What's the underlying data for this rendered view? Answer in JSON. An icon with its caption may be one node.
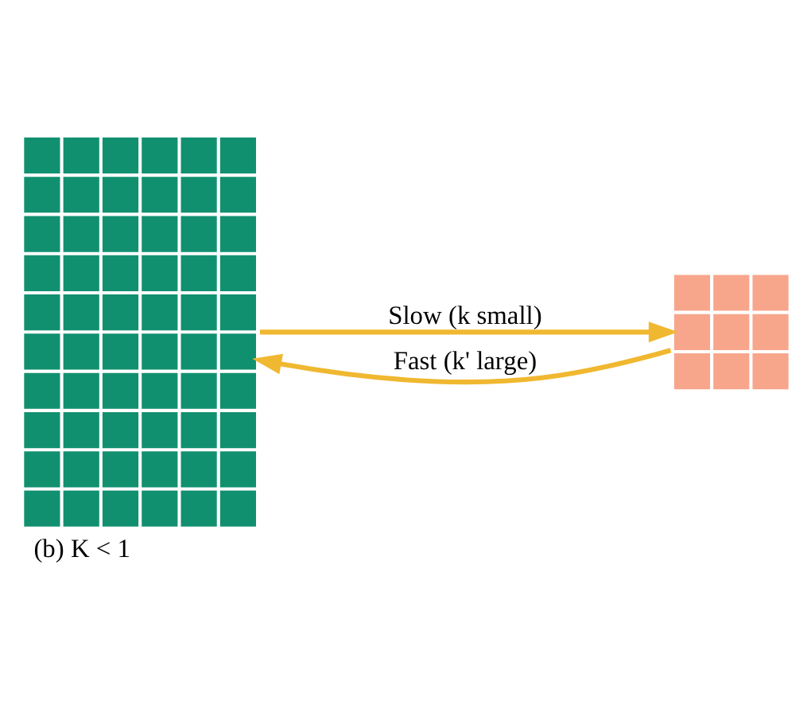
{
  "diagram": {
    "caption": "(b) K < 1",
    "nodes": [
      {
        "text": [],
        "shape": "grid"
      },
      {
        "text": [],
        "shape": "grid"
      }
    ],
    "edges": [
      {
        "from": 1,
        "to": 0,
        "arrow": "to",
        "label": "Fast (k' large)"
      },
      {
        "from": 0,
        "to": 1,
        "arrow": "to",
        "label": "Slow (k small)"
      }
    ]
  }
}
